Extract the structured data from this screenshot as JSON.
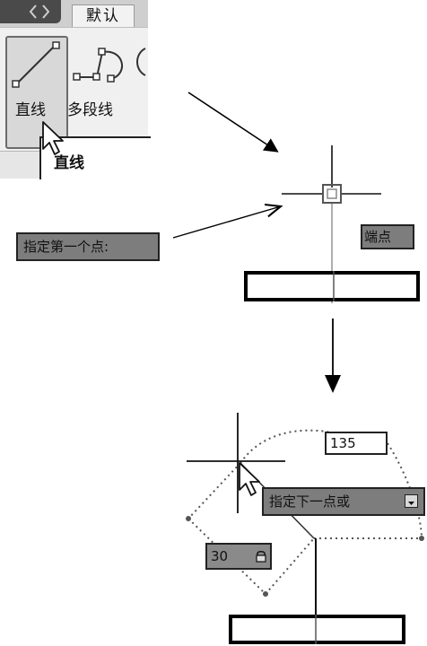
{
  "ribbon": {
    "tab_label": "默认",
    "tools": [
      {
        "label": "直线"
      },
      {
        "label": "多段线"
      }
    ],
    "tooltip": "直线"
  },
  "step1": {
    "prompt": "指定第一个点:",
    "snap_label": "端点"
  },
  "step2": {
    "length_value": "135",
    "prompt": "指定下一点或",
    "angle_value": "30"
  },
  "icons": [
    "cursor-arrow-icon",
    "crosshair-icon",
    "lock-icon",
    "dropdown-arrow-icon",
    "line-tool-icon",
    "polyline-tool-icon",
    "arc-tool-icon"
  ]
}
